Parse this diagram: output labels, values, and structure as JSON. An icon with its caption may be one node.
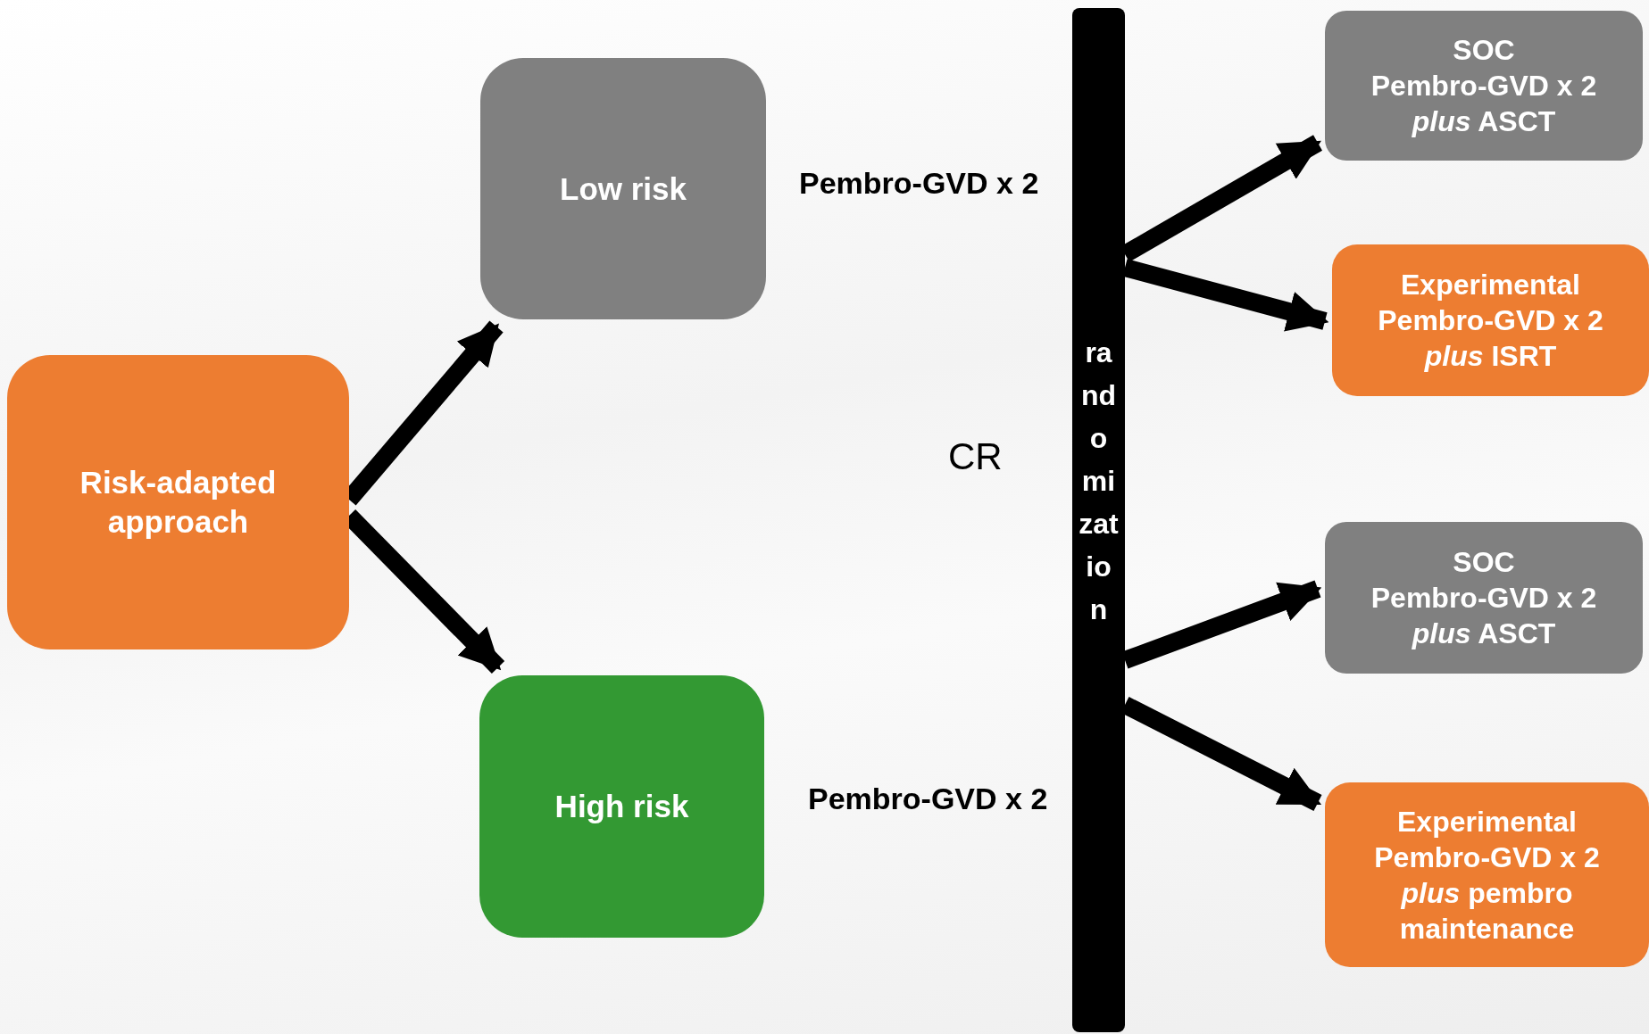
{
  "diagram": {
    "nodes": [
      {
        "text": [
          "Risk-adapted approach"
        ]
      },
      {
        "text": [
          "Low risk"
        ]
      },
      {
        "text": [
          "High risk"
        ]
      },
      {
        "text": [
          "randomization"
        ]
      },
      {
        "text": [
          "SOC",
          "Pembro-GVD x 2",
          "*plus* ASCT"
        ]
      },
      {
        "text": [
          "Experimental",
          "Pembro-GVD x 2",
          "*plus* ISRT"
        ]
      },
      {
        "text": [
          "SOC",
          "Pembro-GVD x 2",
          "*plus* ASCT"
        ]
      },
      {
        "text": [
          "Experimental",
          "Pembro-GVD x 2",
          "*plus* pembro maintenance"
        ]
      }
    ],
    "edges": [
      {
        "from": 0,
        "to": 1,
        "arrow": "to"
      },
      {
        "from": 0,
        "to": 2,
        "arrow": "to"
      },
      {
        "from": 3,
        "to": 4,
        "arrow": "to"
      },
      {
        "from": 3,
        "to": 5,
        "arrow": "to"
      },
      {
        "from": 3,
        "to": 6,
        "arrow": "to"
      },
      {
        "from": 3,
        "to": 7,
        "arrow": "to"
      }
    ],
    "labels": [
      "Pembro-GVD x 2",
      "CR",
      "Pembro-GVD x 2"
    ]
  }
}
